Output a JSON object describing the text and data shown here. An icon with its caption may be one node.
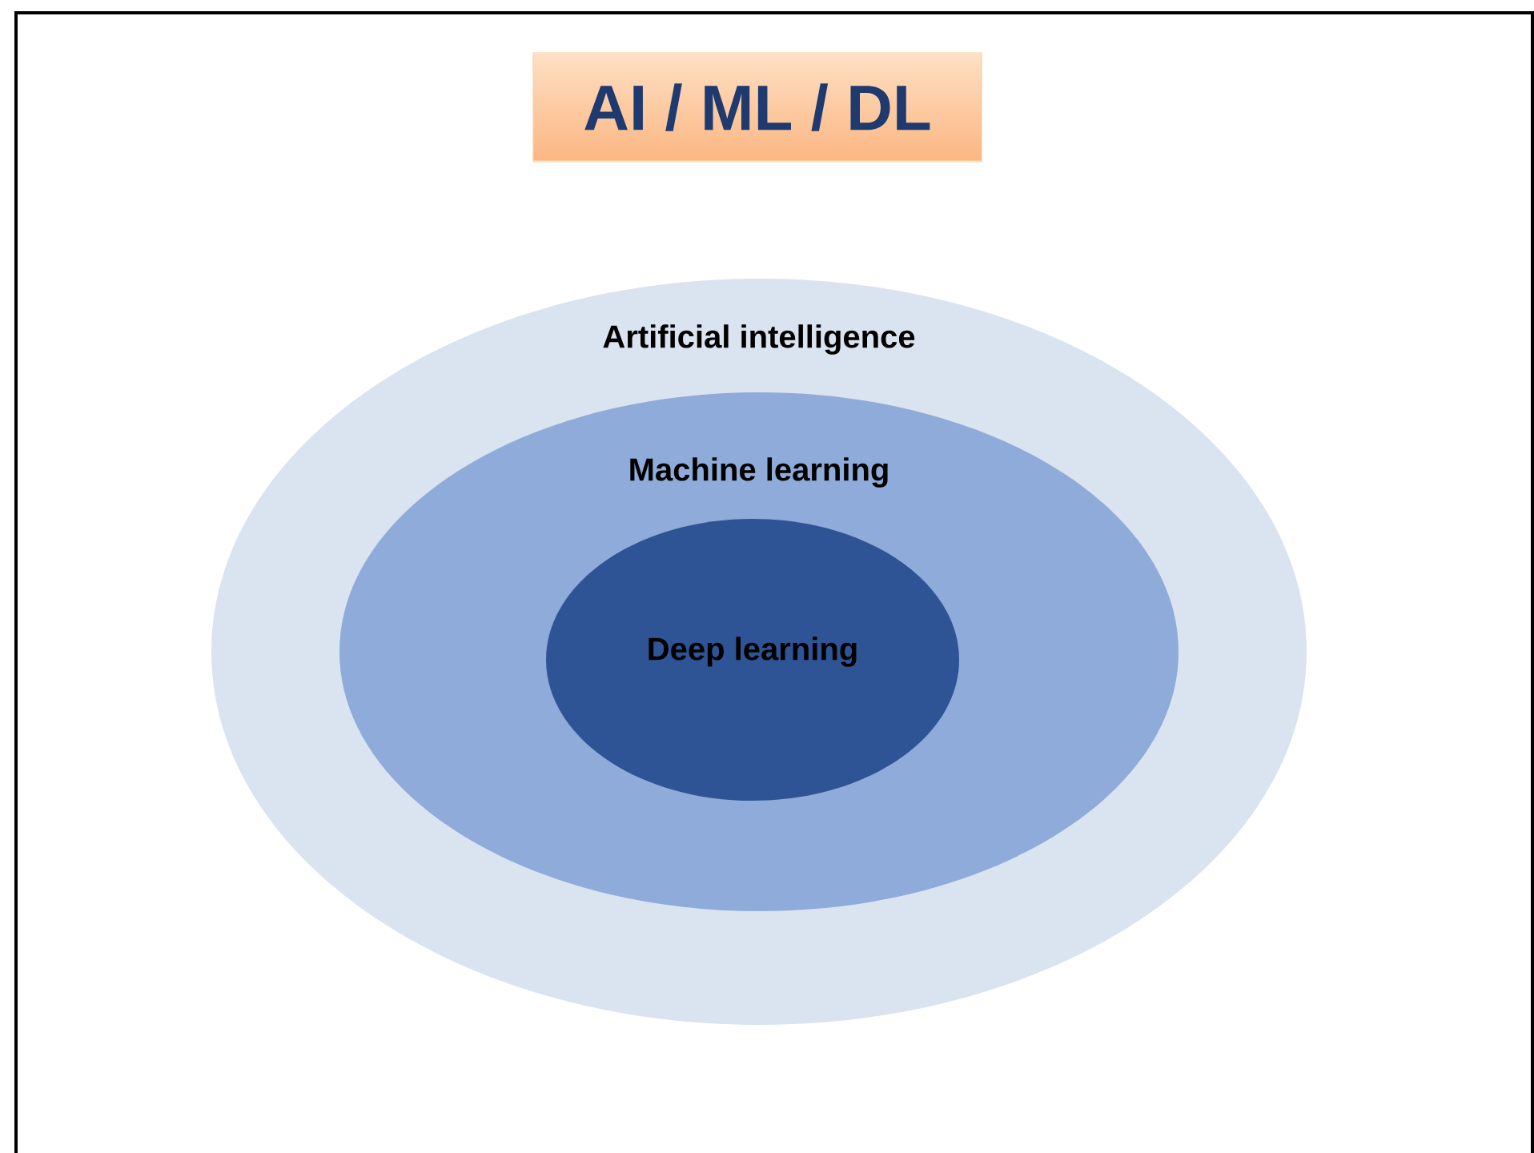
{
  "diagram": {
    "title": "AI / ML / DL",
    "nodes": [
      {
        "text": [
          "Artificial intelligence"
        ]
      },
      {
        "text": [
          "Machine learning"
        ],
        "in": 0
      },
      {
        "text": [
          "Deep learning"
        ],
        "in": 1
      }
    ]
  }
}
